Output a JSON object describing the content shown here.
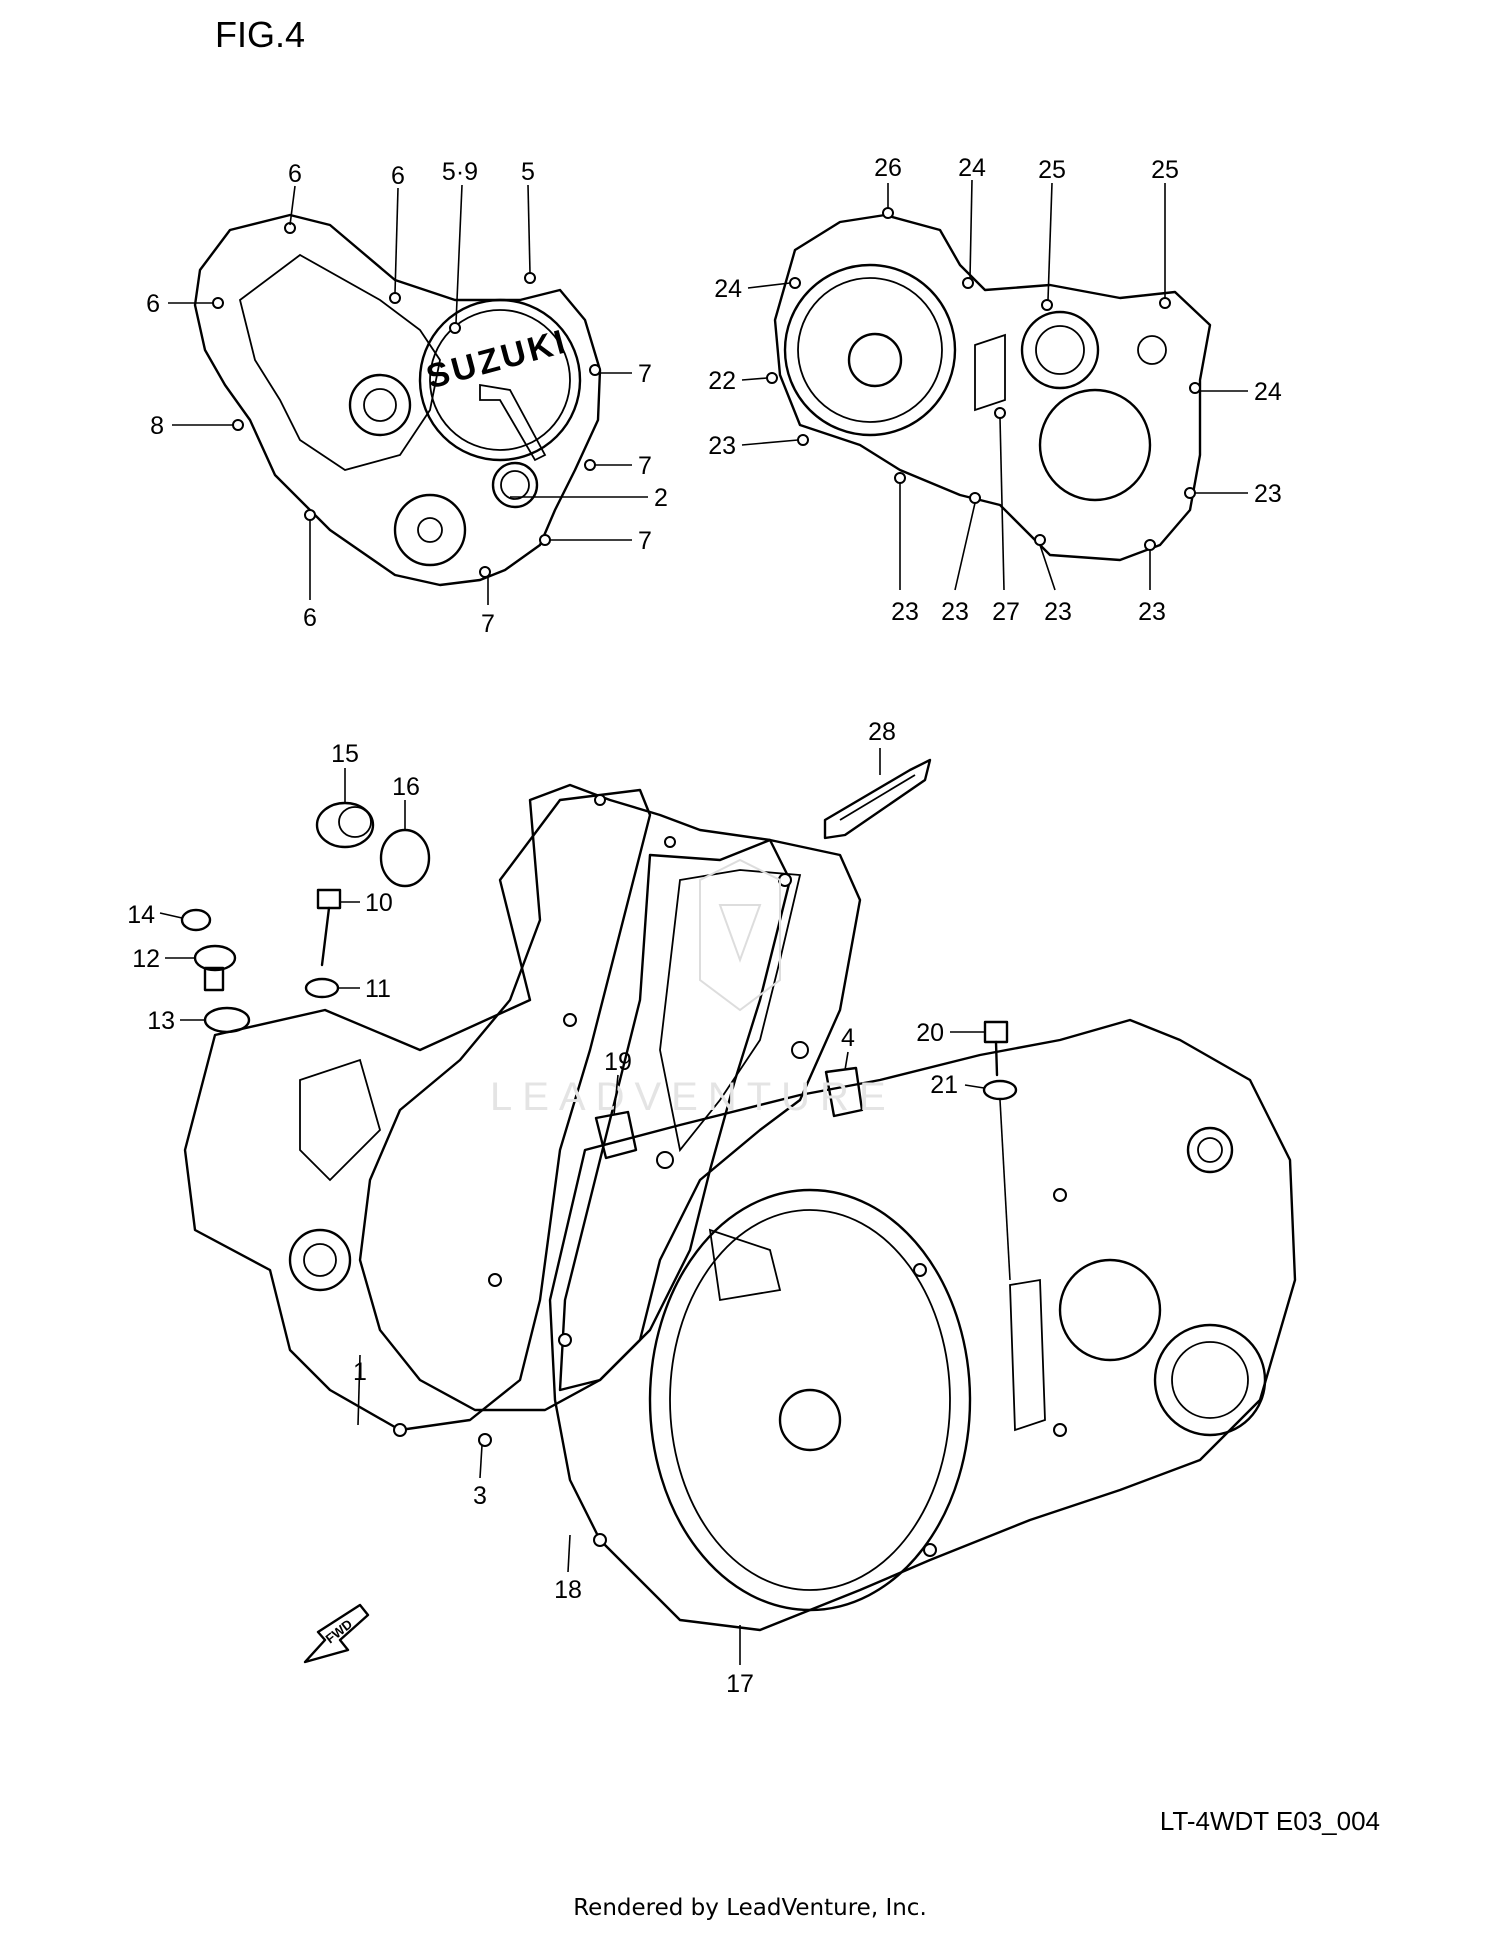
{
  "figure_label": "FIG.4",
  "diagram_code": "LT-4WDT E03_004",
  "footer": "Rendered by LeadVenture, Inc.",
  "watermark": "LEADVENTURE",
  "fwd_arrow": "FWD",
  "cover_logo": "SUZUKI",
  "callouts": {
    "left_cover": [
      "6",
      "6",
      "5·9",
      "5",
      "6",
      "7",
      "8",
      "7",
      "2",
      "7",
      "6",
      "7"
    ],
    "right_cover": [
      "26",
      "24",
      "25",
      "25",
      "24",
      "22",
      "24",
      "23",
      "23",
      "23",
      "23",
      "27",
      "23",
      "23"
    ],
    "crankcase": [
      "28",
      "15",
      "16",
      "14",
      "10",
      "12",
      "11",
      "13",
      "4",
      "20",
      "19",
      "21",
      "1",
      "3",
      "18",
      "17"
    ]
  }
}
